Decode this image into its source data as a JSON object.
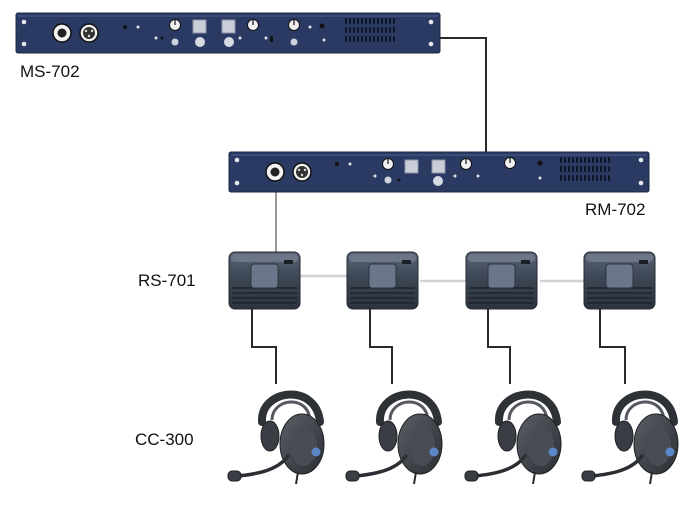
{
  "labels": {
    "master_station": "MS-702",
    "remote_station": "RM-702",
    "beltpack": "RS-701",
    "headset": "CC-300"
  },
  "colors": {
    "panel": "#2b3a62",
    "panel_edge": "#1d2947",
    "cable": "#2a2a2a",
    "link": "#cfd3d8",
    "beltpack_body": "#3d4654",
    "headset_body": "#3b3f45",
    "headset_accent": "#5b87c8"
  },
  "diagram": {
    "beltpack_count": 4,
    "headset_count": 4
  }
}
